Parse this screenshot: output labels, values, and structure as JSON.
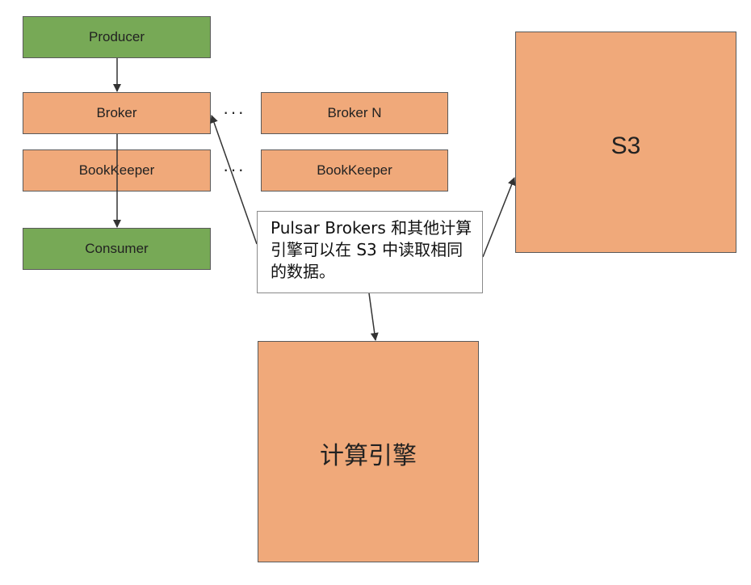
{
  "nodes": {
    "producer": "Producer",
    "broker": "Broker",
    "bookkeeper_left": "BookKeeper",
    "consumer": "Consumer",
    "broker_n": "Broker N",
    "bookkeeper_right": "BookKeeper",
    "s3": "S3",
    "compute_engine": "计算引擎"
  },
  "ellipsis_top": "···",
  "ellipsis_bottom": "···",
  "callout": "Pulsar Brokers 和其他计算引擎可以在 S3 中读取相同的数据。",
  "colors": {
    "green": "#77a956",
    "orange": "#f0a97a",
    "border": "#5a5a5a",
    "arrow": "#333333"
  }
}
